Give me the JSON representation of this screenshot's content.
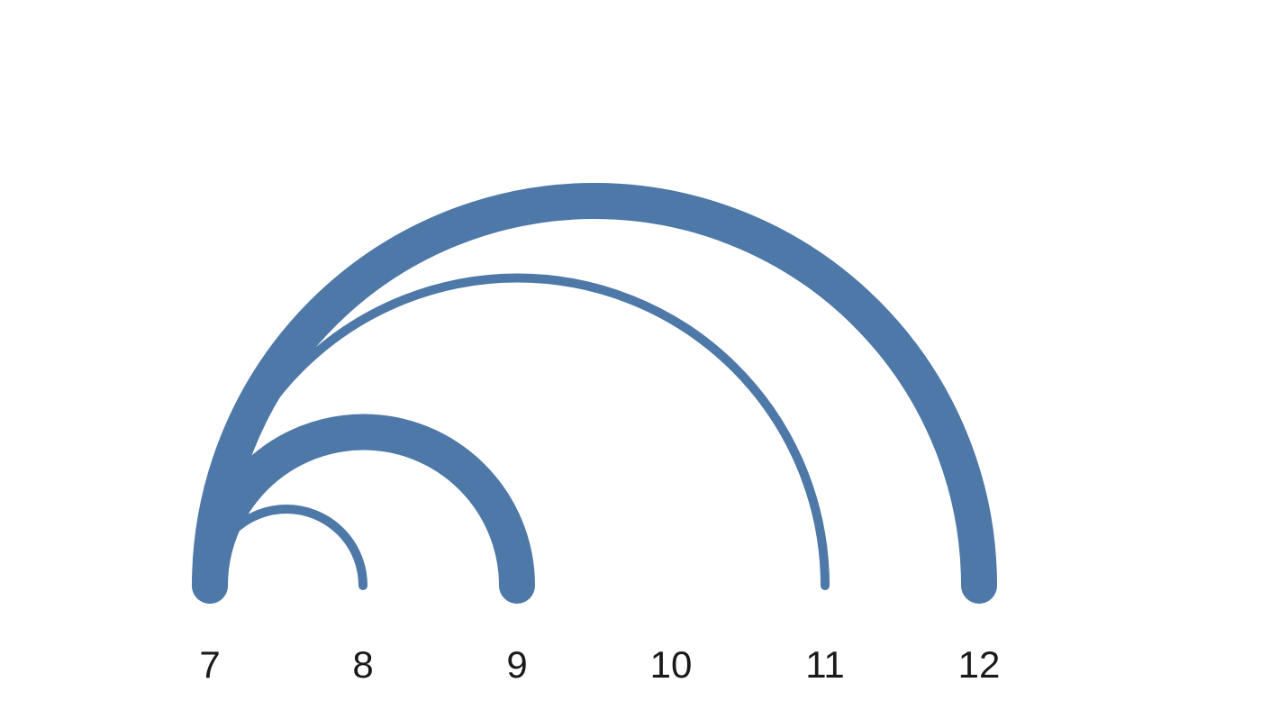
{
  "chart_data": {
    "type": "arc",
    "nodes": [
      "7",
      "8",
      "9",
      "10",
      "11",
      "12"
    ],
    "links": [
      {
        "source": "7",
        "target": "8",
        "weight": 1
      },
      {
        "source": "7",
        "target": "9",
        "weight": 4
      },
      {
        "source": "7",
        "target": "11",
        "weight": 1
      },
      {
        "source": "7",
        "target": "12",
        "weight": 4
      }
    ],
    "color": "#4d78a8",
    "label_color": "#1a1a1a",
    "grid": false,
    "legend": "none"
  }
}
